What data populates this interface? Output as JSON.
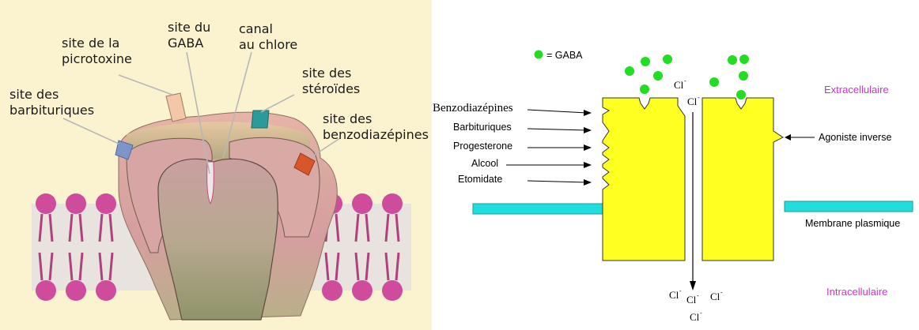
{
  "left_panel": {
    "labels": {
      "picrotoxin": [
        "site de la",
        "picrotoxine"
      ],
      "gaba": [
        "site du",
        "GABA"
      ],
      "chloride": [
        "canal",
        "au chlore"
      ],
      "steroids": [
        "site des",
        "stéroïdes"
      ],
      "barbiturates": [
        "site des",
        "barbituriques"
      ],
      "benzodiazepines": [
        "site des",
        "benzodiazépines"
      ]
    }
  },
  "right_panel": {
    "legend": "= GABA",
    "extracellular": "Extracellulaire",
    "intracellular": "Intracellulaire",
    "membrane": "Membrane plasmique",
    "inverse_agonist": "Agoniste inverse",
    "ion": "Cl",
    "ion_charge": "-",
    "binding_sites": [
      "Benzodiazépines",
      "Barbituriques",
      "Progesterone",
      "Alcool",
      "Etomidate"
    ],
    "colors": {
      "gaba": "#22dd22",
      "receptor": "#ffff22",
      "membrane": "#22dddd",
      "region_label": "#cc33cc"
    }
  }
}
